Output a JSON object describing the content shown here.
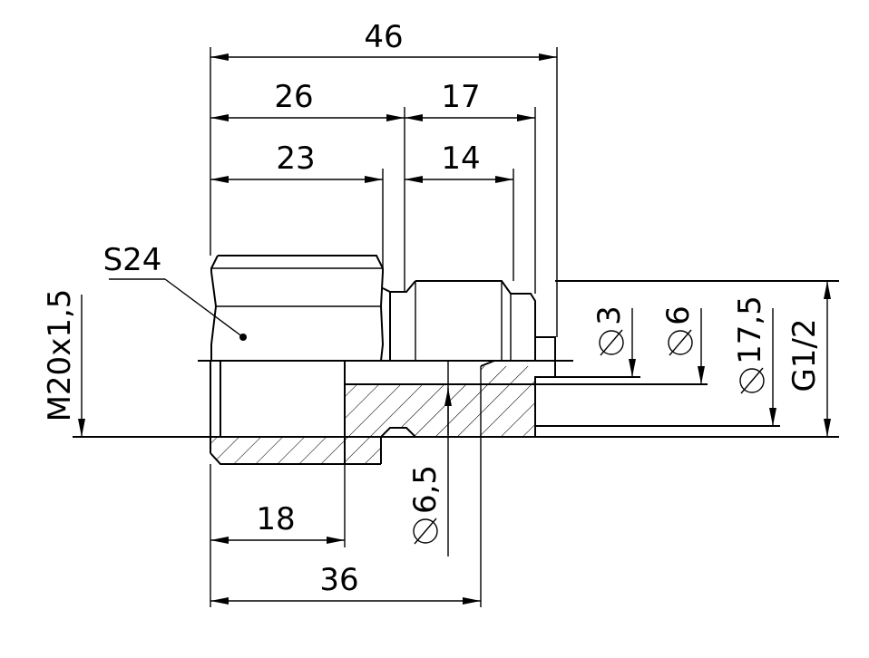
{
  "labels": {
    "d46": "46",
    "d26": "26",
    "d17": "17",
    "d23": "23",
    "d14": "14",
    "s24": "S24",
    "m20": "M20x1,5",
    "phi3": "3",
    "phi6": "6",
    "phi175": "17,5",
    "g12": "G1/2",
    "phi65": "6,5",
    "d18": "18",
    "d36": "36"
  },
  "colors": {
    "line": "#000000",
    "background": "#ffffff"
  }
}
